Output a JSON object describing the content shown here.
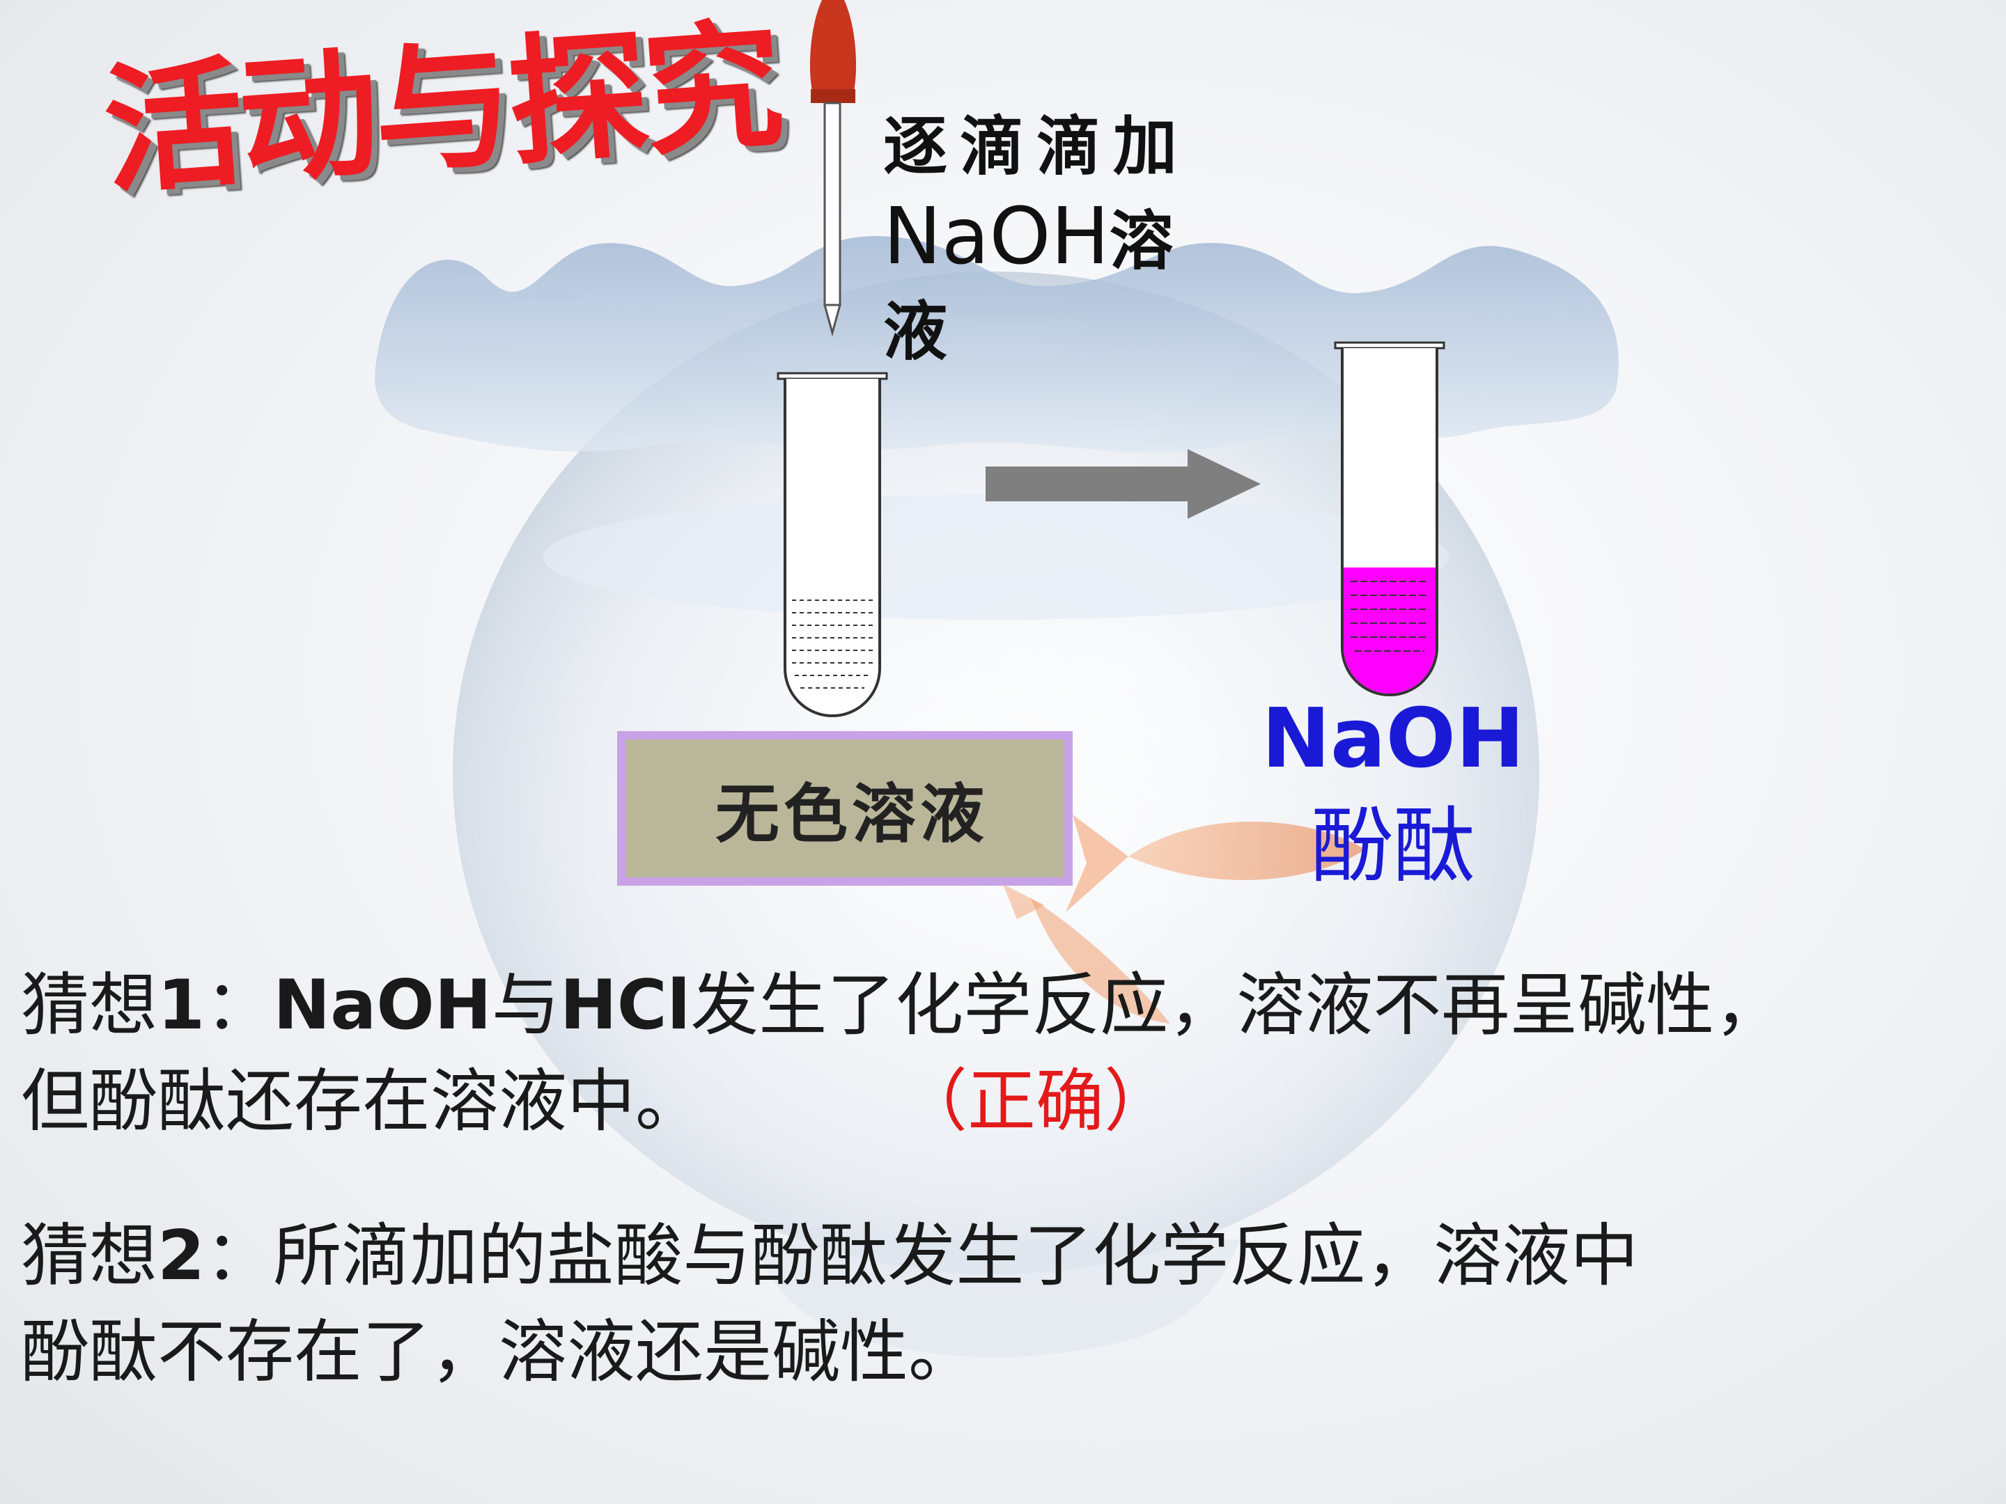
{
  "title": "活动与探究",
  "dropper_label": {
    "line1": "逐滴滴加",
    "line2_formula": "NaOH",
    "line2_suffix": "溶",
    "line3": "液"
  },
  "colorless_solution_label": "无色溶液",
  "result_labels": {
    "base": "NaOH",
    "indicator": "酚酞"
  },
  "hypothesis1": {
    "prefix": "猜想",
    "number": "1",
    "colon": "：",
    "naoh": "NaOH",
    "with": "与",
    "hcl": "HCl",
    "text_a": "发生了化学反应，溶液不再呈碱性，",
    "text_b": "但酚酞还存在溶液中。",
    "verdict": "（正确）"
  },
  "hypothesis2": {
    "prefix": "猜想",
    "number": "2",
    "colon": "：",
    "text_a": "所滴加的盐酸与酚酞发生了化学反应，溶液中",
    "text_b": "酚酞不存在了，溶液还是碱性。"
  },
  "colors": {
    "title_red": "#ee1c23",
    "magenta_solution": "#ff00ff",
    "label_blue": "#1a1ad6",
    "box_fill": "#b9b69a",
    "box_border": "#c8a2e6",
    "arrow_gray": "#7f7f7f",
    "verdict_red": "#e31a1a"
  }
}
